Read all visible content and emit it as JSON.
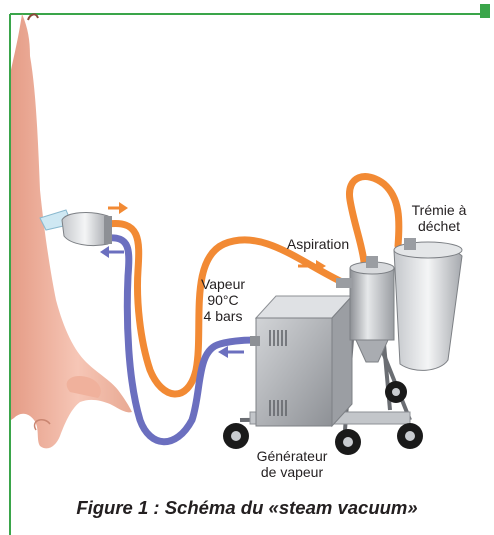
{
  "labels": {
    "steam": [
      "Vapeur",
      "90°C",
      "4 bars"
    ],
    "aspiration": "Aspiration",
    "hopper": [
      "Trémie à",
      "déchet"
    ],
    "generator": [
      "Générateur",
      "de vapeur"
    ]
  },
  "caption": "Figure 1 : Schéma du «steam vacuum»",
  "colors": {
    "frame": "#3aa54a",
    "vacuum_hose": "#f28a34",
    "steam_hose": "#6b6fbf",
    "carcass": "#f2b7a3",
    "machine": "#b9bcc0",
    "wheel": "#1a1a1a"
  }
}
